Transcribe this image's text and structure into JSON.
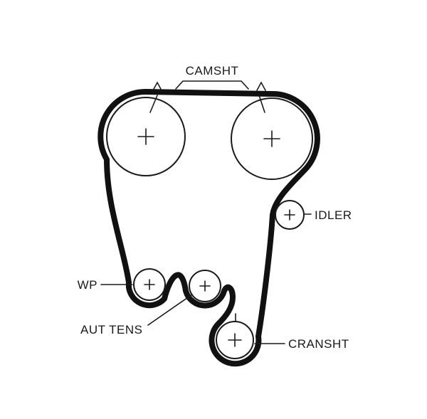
{
  "diagram": {
    "type": "timing-belt-routing",
    "colors": {
      "background": "#ffffff",
      "line": "#1a1a1a",
      "belt": "#111111"
    },
    "labels": {
      "camshaft": "CAMSHT",
      "idler": "IDLER",
      "water_pump": "WP",
      "auto_tensioner": "AUT TENS",
      "crankshaft": "CRANSHT"
    }
  }
}
